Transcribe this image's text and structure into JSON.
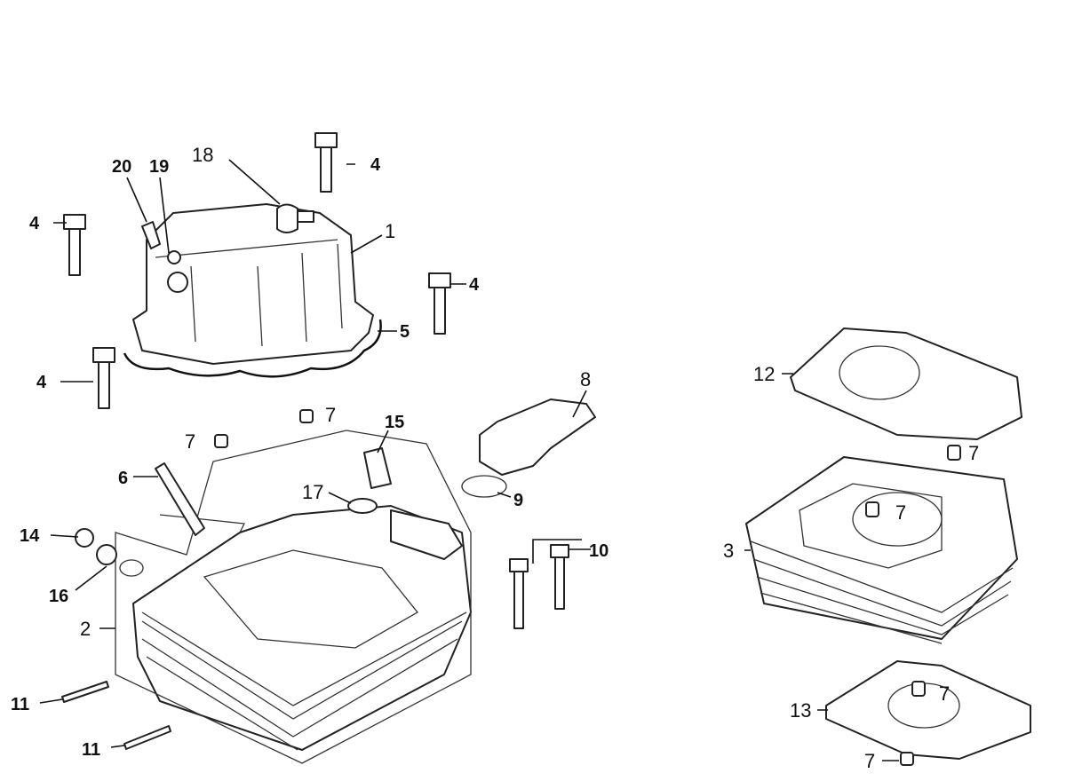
{
  "diagram": {
    "title": "Cylinder head and cylinder exploded parts diagram",
    "callouts": {
      "c1": "1",
      "c2": "2",
      "c3": "3",
      "c4a": "4",
      "c4b": "4",
      "c4c": "4",
      "c4d": "4",
      "c5": "5",
      "c6": "6",
      "c7a": "7",
      "c7b": "7",
      "c7c": "7",
      "c7d": "7",
      "c7e": "7",
      "c7f": "7",
      "c8": "8",
      "c9": "9",
      "c10": "10",
      "c11a": "11",
      "c11b": "11",
      "c12": "12",
      "c13": "13",
      "c14": "14",
      "c15": "15",
      "c16": "16",
      "c17": "17",
      "c18": "18",
      "c19": "19",
      "c20": "20"
    }
  }
}
